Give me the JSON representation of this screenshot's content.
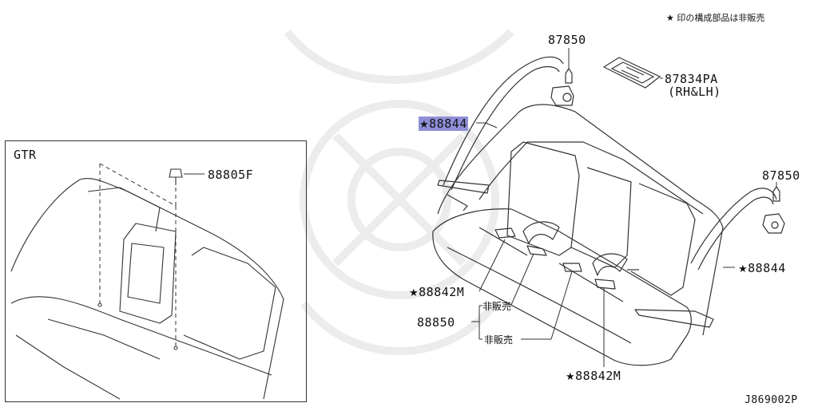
{
  "note": "★ 印の構成部品は非販売",
  "inset": {
    "title": "GTR"
  },
  "labels": {
    "p87850_top": "87850",
    "p87834pa": "87834PA",
    "p87834pa_sub": "(RH&LH)",
    "p88844_top": "88844",
    "p87850_right": "87850",
    "p88844_right": "88844",
    "p88842m_left": "88842M",
    "p88850": "88850",
    "not_sold_1": "非販売",
    "not_sold_2": "非販売",
    "p88842m_bottom": "88842M",
    "p88805f": "88805F"
  },
  "star": "★",
  "diagram_id": "J869002P",
  "colors": {
    "highlight": "#8f8fd8",
    "line": "#333333",
    "watermark": "#ededed"
  }
}
